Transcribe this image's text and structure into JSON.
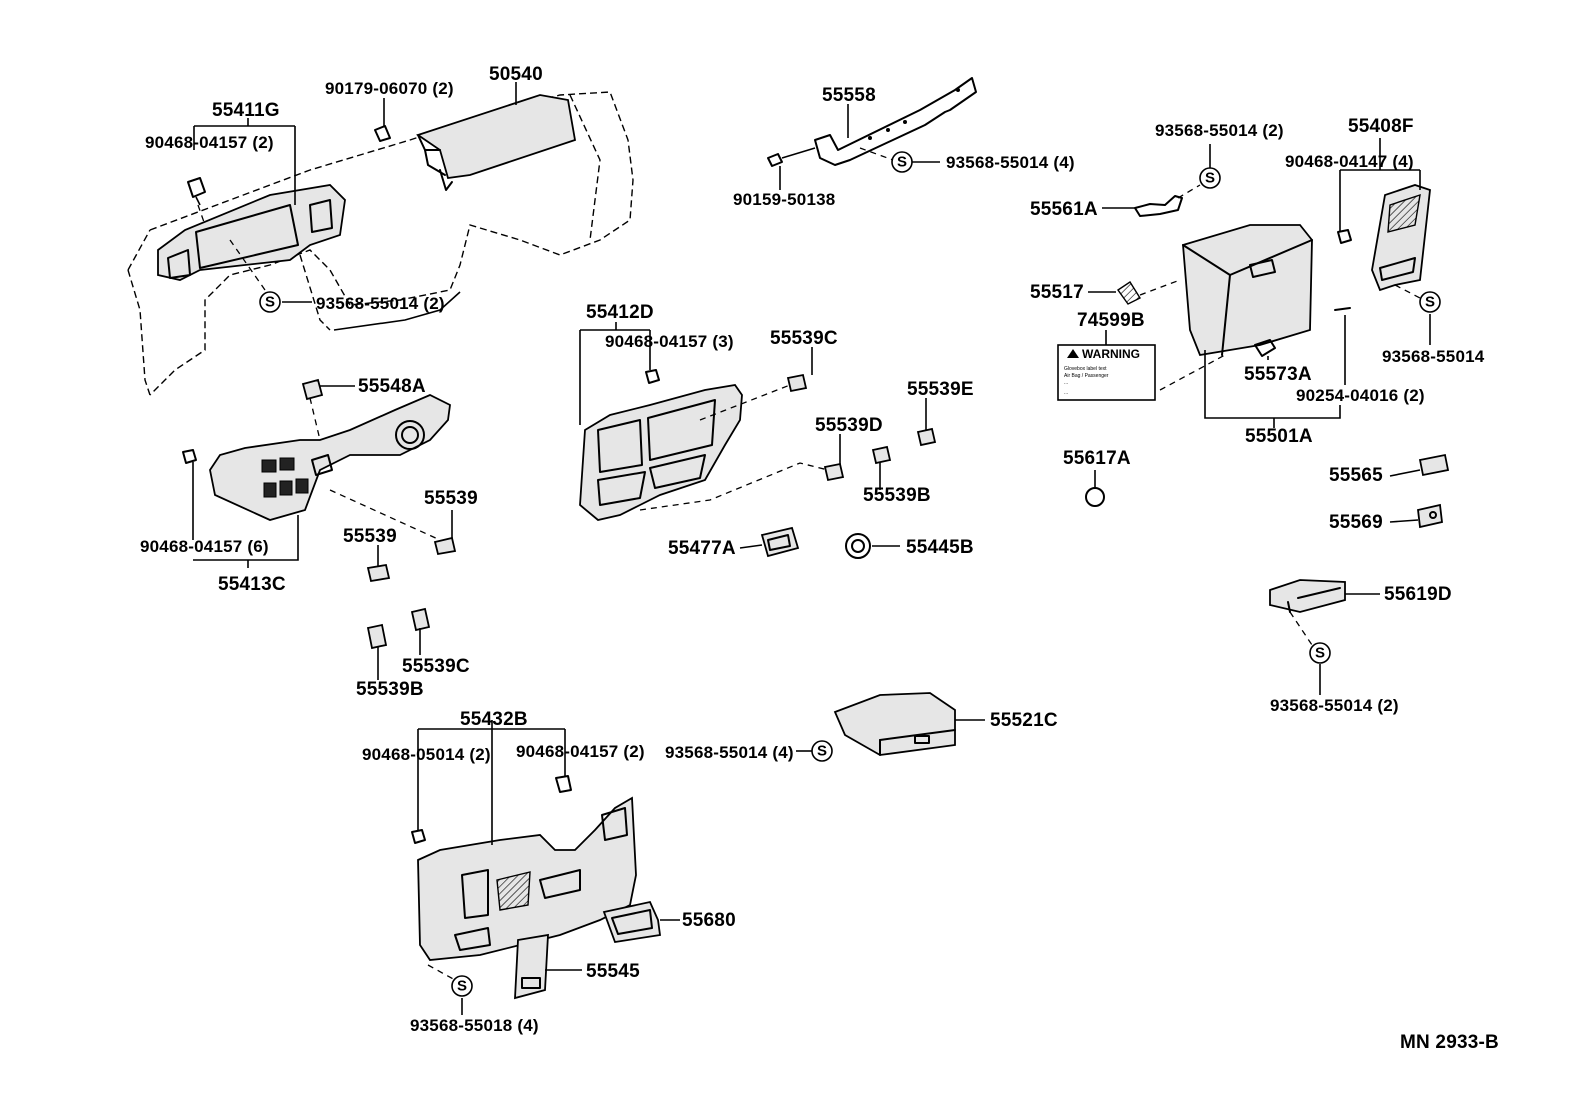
{
  "diagram": {
    "code": "MN  2933-B",
    "symbol_letter": "S",
    "warning_label": {
      "title": "WARNING",
      "fine_print": [
        "Glovebox label text",
        "Air Bag / Passenger",
        "...",
        "..."
      ]
    },
    "labels": [
      {
        "id": "p50540",
        "text": "50540"
      },
      {
        "id": "p90179",
        "text": "90179-06070 (2)"
      },
      {
        "id": "p55411G",
        "text": "55411G"
      },
      {
        "id": "p90468a",
        "text": "90468-04157 (2)"
      },
      {
        "id": "p93568a",
        "text": "93568-55014 (2)"
      },
      {
        "id": "p55548A",
        "text": "55548A"
      },
      {
        "id": "p90468b",
        "text": "90468-04157 (6)"
      },
      {
        "id": "p55413C",
        "text": "55413C"
      },
      {
        "id": "p55539a",
        "text": "55539"
      },
      {
        "id": "p55539b",
        "text": "55539"
      },
      {
        "id": "p55539C2",
        "text": "55539C"
      },
      {
        "id": "p55539B2",
        "text": "55539B"
      },
      {
        "id": "p55558",
        "text": "55558"
      },
      {
        "id": "p93568b",
        "text": "93568-55014 (4)"
      },
      {
        "id": "p90159",
        "text": "90159-50138"
      },
      {
        "id": "p55412D",
        "text": "55412D"
      },
      {
        "id": "p90468c",
        "text": "90468-04157 (3)"
      },
      {
        "id": "p55539C",
        "text": "55539C"
      },
      {
        "id": "p55539E",
        "text": "55539E"
      },
      {
        "id": "p55539D",
        "text": "55539D"
      },
      {
        "id": "p55539B",
        "text": "55539B"
      },
      {
        "id": "p55477A",
        "text": "55477A"
      },
      {
        "id": "p55445B",
        "text": "55445B"
      },
      {
        "id": "p93568c",
        "text": "93568-55014 (2)"
      },
      {
        "id": "p55561A",
        "text": "55561A"
      },
      {
        "id": "p55517",
        "text": "55517"
      },
      {
        "id": "p74599B",
        "text": "74599B"
      },
      {
        "id": "p55408F",
        "text": "55408F"
      },
      {
        "id": "p90468d",
        "text": "90468-04147 (4)"
      },
      {
        "id": "p93568d",
        "text": "93568-55014"
      },
      {
        "id": "p55573A",
        "text": "55573A"
      },
      {
        "id": "p90254",
        "text": "90254-04016 (2)"
      },
      {
        "id": "p55501A",
        "text": "55501A"
      },
      {
        "id": "p55617A",
        "text": "55617A"
      },
      {
        "id": "p55565",
        "text": "55565"
      },
      {
        "id": "p55569",
        "text": "55569"
      },
      {
        "id": "p55619D",
        "text": "55619D"
      },
      {
        "id": "p93568e",
        "text": "93568-55014 (2)"
      },
      {
        "id": "p55432B",
        "text": "55432B"
      },
      {
        "id": "p90468e",
        "text": "90468-05014 (2)"
      },
      {
        "id": "p90468f",
        "text": "90468-04157 (2)"
      },
      {
        "id": "p55521C",
        "text": "55521C"
      },
      {
        "id": "p93568f",
        "text": "93568-55014 (4)"
      },
      {
        "id": "p55680",
        "text": "55680"
      },
      {
        "id": "p55545",
        "text": "55545"
      },
      {
        "id": "p93568g",
        "text": "93568-55018 (4)"
      }
    ]
  }
}
